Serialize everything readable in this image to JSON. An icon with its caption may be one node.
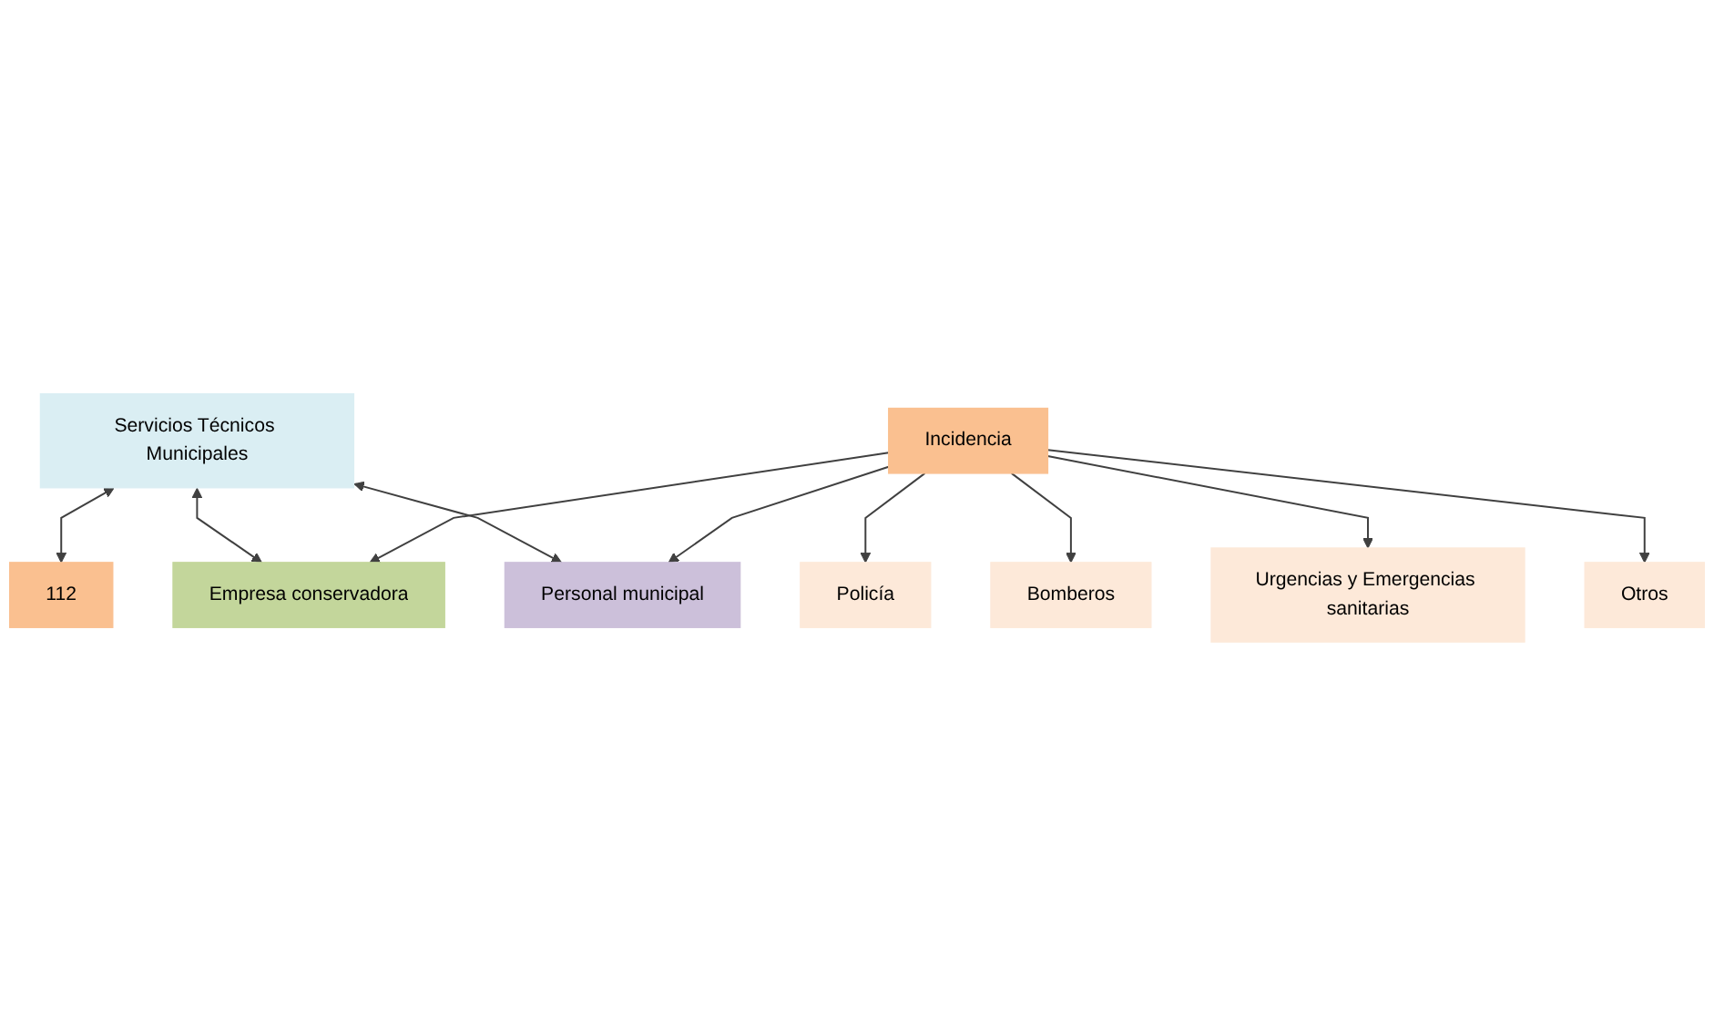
{
  "diagram": {
    "nodes": [
      {
        "text": [
          "Servicios Técnicos Municipales"
        ]
      },
      {
        "text": [
          "112"
        ]
      },
      {
        "text": [
          "Empresa conservadora"
        ]
      },
      {
        "text": [
          "Personal municipal"
        ]
      },
      {
        "text": [
          "Policía"
        ]
      },
      {
        "text": [
          "Bomberos"
        ]
      },
      {
        "text": [
          "Urgencias y Emergencias sanitarias"
        ]
      },
      {
        "text": [
          "Otros"
        ]
      },
      {
        "text": [
          "Incidencia"
        ]
      }
    ],
    "edges": [
      {
        "from": 0,
        "to": 1,
        "arrow": "both"
      },
      {
        "from": 0,
        "to": 2,
        "arrow": "both"
      },
      {
        "from": 0,
        "to": 3,
        "arrow": "both"
      },
      {
        "from": 8,
        "to": 4,
        "arrow": "to"
      },
      {
        "from": 8,
        "to": 5,
        "arrow": "to"
      },
      {
        "from": 8,
        "to": 6,
        "arrow": "to"
      },
      {
        "from": 8,
        "to": 7,
        "arrow": "to"
      },
      {
        "from": 8,
        "to": 2,
        "arrow": "to"
      },
      {
        "from": 8,
        "to": 3,
        "arrow": "to"
      }
    ]
  }
}
